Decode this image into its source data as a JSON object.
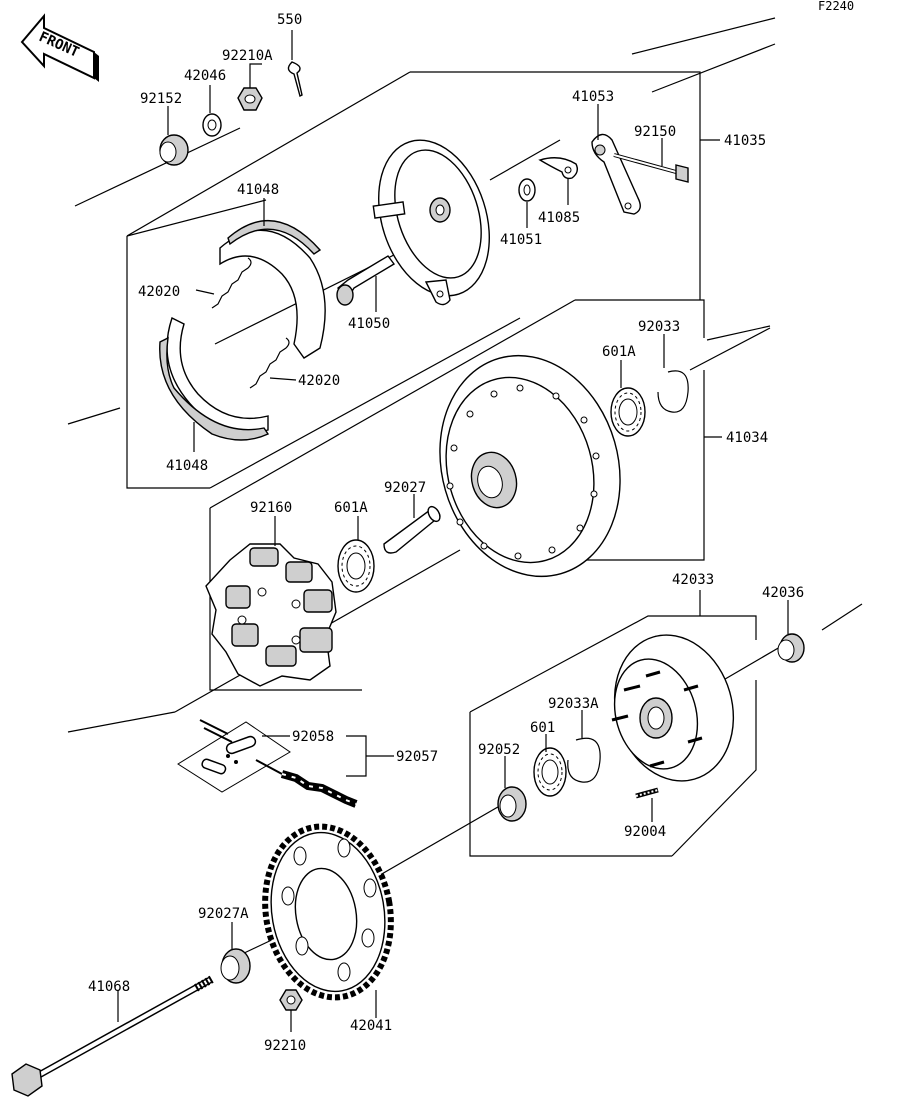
{
  "figure_code": "F2240",
  "front_label": "FRONT",
  "parts": {
    "p550": "550",
    "p92210A": "92210A",
    "p42046": "42046",
    "p92152": "92152",
    "p41053": "41053",
    "p92150": "92150",
    "p41035": "41035",
    "p41048a": "41048",
    "p41085": "41085",
    "p41051": "41051",
    "p42020a": "42020",
    "p41050": "41050",
    "p42020b": "42020",
    "p41048b": "41048",
    "p92033": "92033",
    "p601A_a": "601A",
    "p41034": "41034",
    "p92160": "92160",
    "p601A_b": "601A",
    "p92027": "92027",
    "p42033": "42033",
    "p42036": "42036",
    "p92058": "92058",
    "p92057": "92057",
    "p92033A": "92033A",
    "p601": "601",
    "p92052": "92052",
    "p92004": "92004",
    "p92027A": "92027A",
    "p41068": "41068",
    "p92210": "92210",
    "p42041": "42041"
  }
}
